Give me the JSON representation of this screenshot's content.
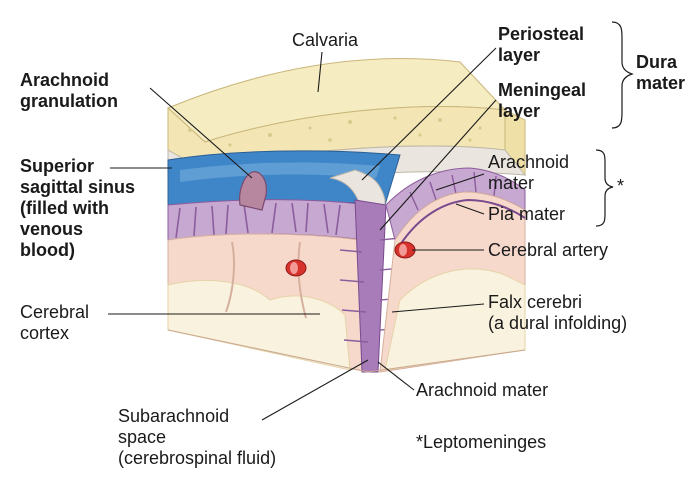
{
  "labels": {
    "calvaria": "Calvaria",
    "periosteal": [
      "Periosteal",
      "layer"
    ],
    "meningeal": [
      "Meningeal",
      "layer"
    ],
    "dura": [
      "Dura",
      "mater"
    ],
    "arachnoid_granulation": [
      "Arachnoid",
      "granulation"
    ],
    "superior_sagittal_sinus": [
      "Superior",
      "sagittal sinus",
      "(filled with",
      "venous",
      "blood)"
    ],
    "arachnoid_mater_top": [
      "Arachnoid",
      "mater"
    ],
    "pia_mater": "Pia mater",
    "asterisk": "*",
    "cerebral_artery": "Cerebral artery",
    "cerebral_cortex": [
      "Cerebral",
      "cortex"
    ],
    "falx_cerebri": [
      "Falx cerebri",
      "(a dural infolding)"
    ],
    "arachnoid_mater_bottom": "Arachnoid mater",
    "subarachnoid_space": [
      "Subarachnoid",
      "space",
      "(cerebrospinal fluid)"
    ],
    "leptomeninges_note": "*Leptomeninges"
  },
  "colors": {
    "bone": "#f3e6b4",
    "bone_dots": "#d9c98a",
    "dura": "#eae6df",
    "sinus": "#3f86c8",
    "arachnoid": "#8c5d9c",
    "cortex": "#f7d9cc",
    "white_matter": "#f9f2de",
    "artery": "#d8322c",
    "leader_line": "#1a1a1a"
  }
}
